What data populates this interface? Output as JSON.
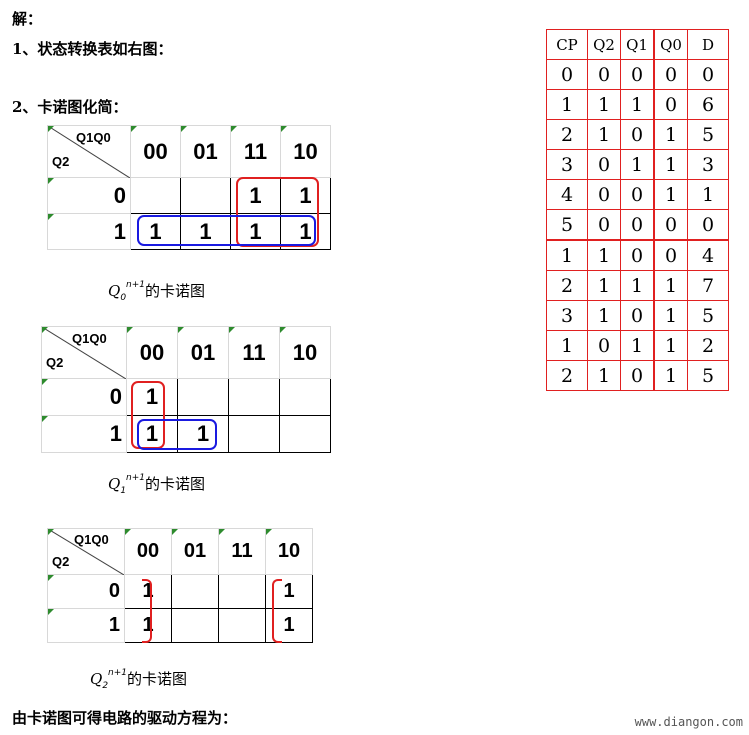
{
  "headings": {
    "solution": "解：",
    "step1": "1、状态转换表如右图：",
    "step2": "2、卡诺图化简：",
    "final": "由卡诺图可得电路的驱动方程为："
  },
  "kmap_common": {
    "corner_top": "Q1Q0",
    "corner_left": "Q2",
    "columns": [
      "00",
      "01",
      "11",
      "10"
    ],
    "rows": [
      "0",
      "1"
    ]
  },
  "kmaps": [
    {
      "cells": [
        [
          "",
          "",
          "1",
          "1"
        ],
        [
          "1",
          "1",
          "1",
          "1"
        ]
      ],
      "caption_var": "Q",
      "caption_sub": "0",
      "caption_sup": "n+1",
      "caption_text": "的卡诺图"
    },
    {
      "cells": [
        [
          "1",
          "",
          "",
          ""
        ],
        [
          "1",
          "1",
          "",
          ""
        ]
      ],
      "caption_var": "Q",
      "caption_sub": "1",
      "caption_sup": "n+1",
      "caption_text": "的卡诺图"
    },
    {
      "cells": [
        [
          "1",
          "",
          "",
          "1"
        ],
        [
          "1",
          "",
          "",
          "1"
        ]
      ],
      "caption_var": "Q",
      "caption_sub": "2",
      "caption_sup": "n+1",
      "caption_text": "的卡诺图"
    }
  ],
  "state_table": {
    "headers": [
      "CP",
      "Q2",
      "Q1",
      "Q0",
      "D"
    ],
    "rows": [
      [
        "0",
        "0",
        "0",
        "0",
        "0"
      ],
      [
        "1",
        "1",
        "1",
        "0",
        "6"
      ],
      [
        "2",
        "1",
        "0",
        "1",
        "5"
      ],
      [
        "3",
        "0",
        "1",
        "1",
        "3"
      ],
      [
        "4",
        "0",
        "0",
        "1",
        "1"
      ],
      [
        "5",
        "0",
        "0",
        "0",
        "0"
      ],
      [
        "1",
        "1",
        "0",
        "0",
        "4"
      ],
      [
        "2",
        "1",
        "1",
        "1",
        "7"
      ],
      [
        "3",
        "1",
        "0",
        "1",
        "5"
      ],
      [
        "1",
        "0",
        "1",
        "1",
        "2"
      ],
      [
        "2",
        "1",
        "0",
        "1",
        "5"
      ]
    ]
  },
  "watermark": "www.diangon.com",
  "colors": {
    "loop_red": "#e02020",
    "loop_blue": "#1a1ae0",
    "table_border": "#e02020"
  }
}
